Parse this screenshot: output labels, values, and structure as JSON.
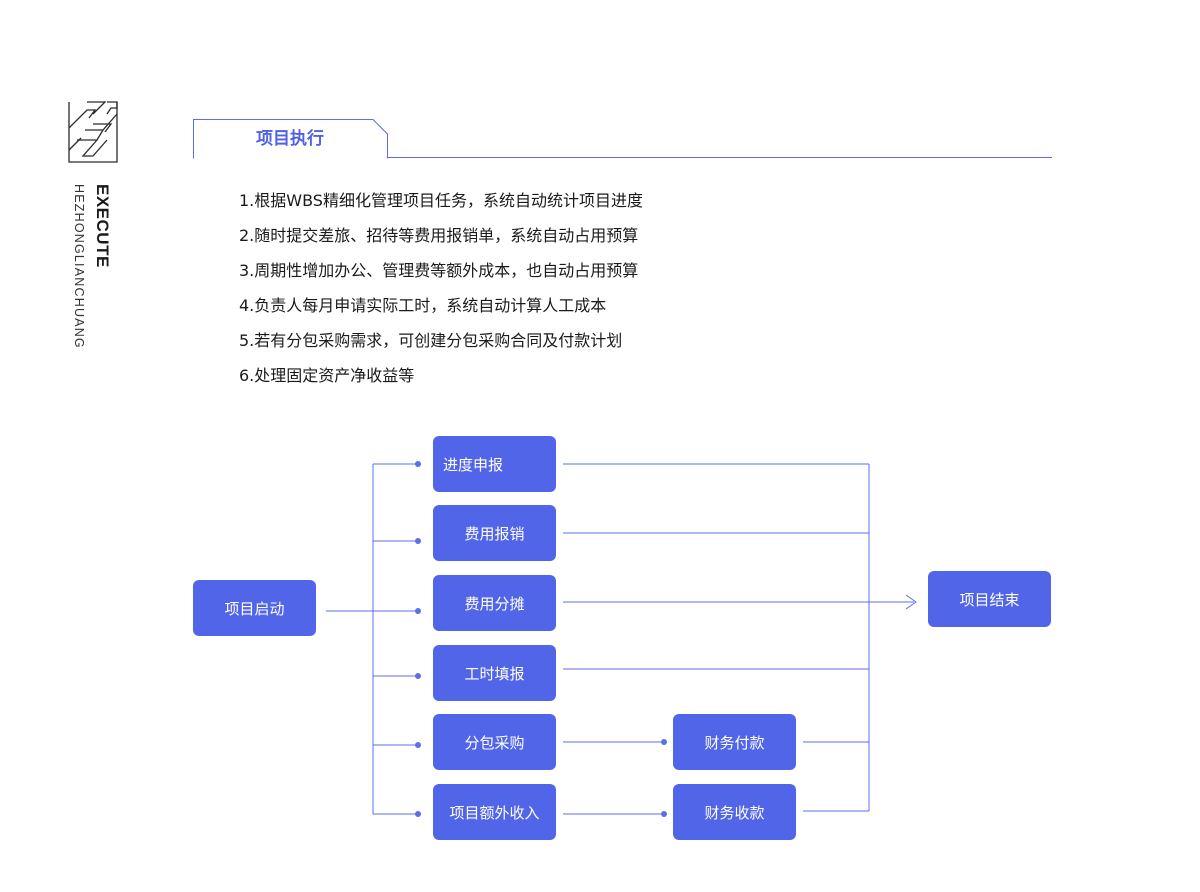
{
  "brand": {
    "word": "EXECUTE",
    "tagline": "HEZHONGLIANCHUANG",
    "logo_icon": "stylized-h-logo",
    "accent_color": "#5165e8"
  },
  "section": {
    "title": "项目执行"
  },
  "items": [
    "1.根据WBS精细化管理项目任务，系统自动统计项目进度",
    "2.随时提交差旅、招待等费用报销单，系统自动占用预算",
    "3.周期性增加办公、管理费等额外成本，也自动占用预算",
    "4.负责人每月申请实际工时，系统自动计算人工成本",
    "5.若有分包采购需求，可创建分包采购合同及付款计划",
    "6.处理固定资产净收益等"
  ],
  "flow": {
    "start": "项目启动",
    "end": "项目结束",
    "steps": [
      "进度申报",
      "费用报销",
      "费用分摊",
      "工时填报",
      "分包采购",
      "项目额外收入"
    ],
    "followups": [
      "财务付款",
      "财务收款"
    ]
  }
}
